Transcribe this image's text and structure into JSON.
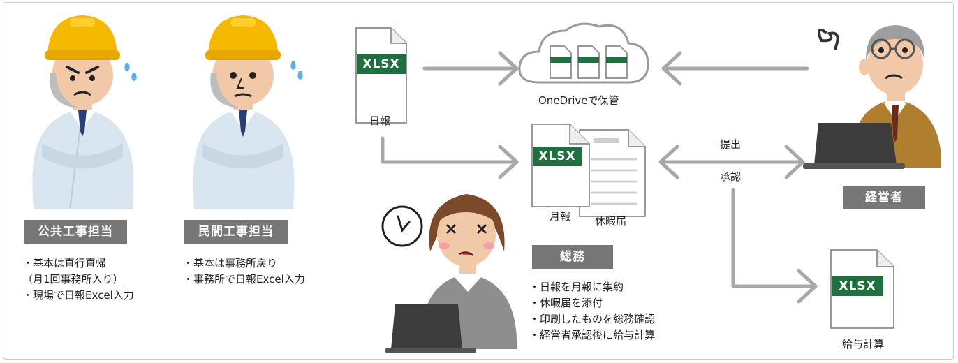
{
  "workers": {
    "public": {
      "label": "公共工事担当",
      "notes": [
        "・基本は直行直帰",
        "（月1回事務所入り）",
        "・現場で日報Excel入力"
      ]
    },
    "private": {
      "label": "民間工事担当",
      "notes": [
        "・基本は事務所戻り",
        "・事務所で日報Excel入力"
      ]
    }
  },
  "files": {
    "daily": {
      "tag": "XLSX",
      "caption": "日報"
    },
    "monthly": {
      "tag": "XLSX",
      "caption": "月報"
    },
    "leave": {
      "caption": "休暇届"
    },
    "payroll": {
      "tag": "XLSX",
      "caption": "給与計算"
    }
  },
  "cloud": {
    "caption": "OneDriveで保管"
  },
  "flow": {
    "submit": "提出",
    "approve": "承認"
  },
  "manager": {
    "label": "経営者"
  },
  "admin": {
    "label": "総務",
    "notes": [
      "・日報を月報に集約",
      "・休暇届を添付",
      "・印刷したものを総務確認",
      "・経営者承認後に給与計算"
    ]
  },
  "colors": {
    "label_bg": "#777777",
    "xlsx_green": "#1f6f3f",
    "arrow": "#a8a8a8",
    "helmet": "#f5b800",
    "shirt": "#d9e6ef"
  }
}
